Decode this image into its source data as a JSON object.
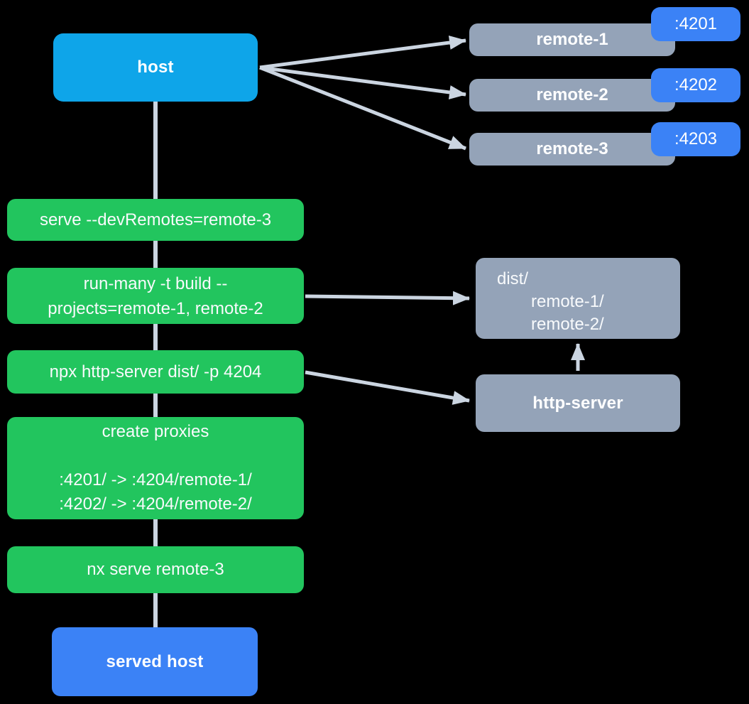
{
  "palette": {
    "background": "#000000",
    "host_fill": "#0ea5e9",
    "remote_fill": "#94a3b8",
    "badge_fill": "#3b82f6",
    "command_fill": "#22c55e",
    "served_fill": "#3b82f6",
    "connector": "#cbd5e1",
    "text_bold": "#ffffff",
    "text_regular": "#f8fafc"
  },
  "host": {
    "label": "host"
  },
  "remotes": [
    {
      "name": "remote-1",
      "port": ":4201"
    },
    {
      "name": "remote-2",
      "port": ":4202"
    },
    {
      "name": "remote-3",
      "port": ":4203"
    }
  ],
  "commands": {
    "serve": "serve --devRemotes=remote-3",
    "run_many_line1": "run-many -t build --",
    "run_many_line2": "projects=remote-1, remote-2",
    "http_server": "npx http-server dist/ -p 4204",
    "proxies_title": "create proxies",
    "proxies": [
      ":4201/ -> :4204/remote-1/",
      ":4202/ -> :4204/remote-2/"
    ],
    "nx_serve": "nx serve remote-3"
  },
  "dist": {
    "root": "dist/",
    "children": [
      "remote-1/",
      "remote-2/"
    ]
  },
  "http_server": {
    "label": "http-server"
  },
  "served_host": {
    "label": "served host"
  }
}
